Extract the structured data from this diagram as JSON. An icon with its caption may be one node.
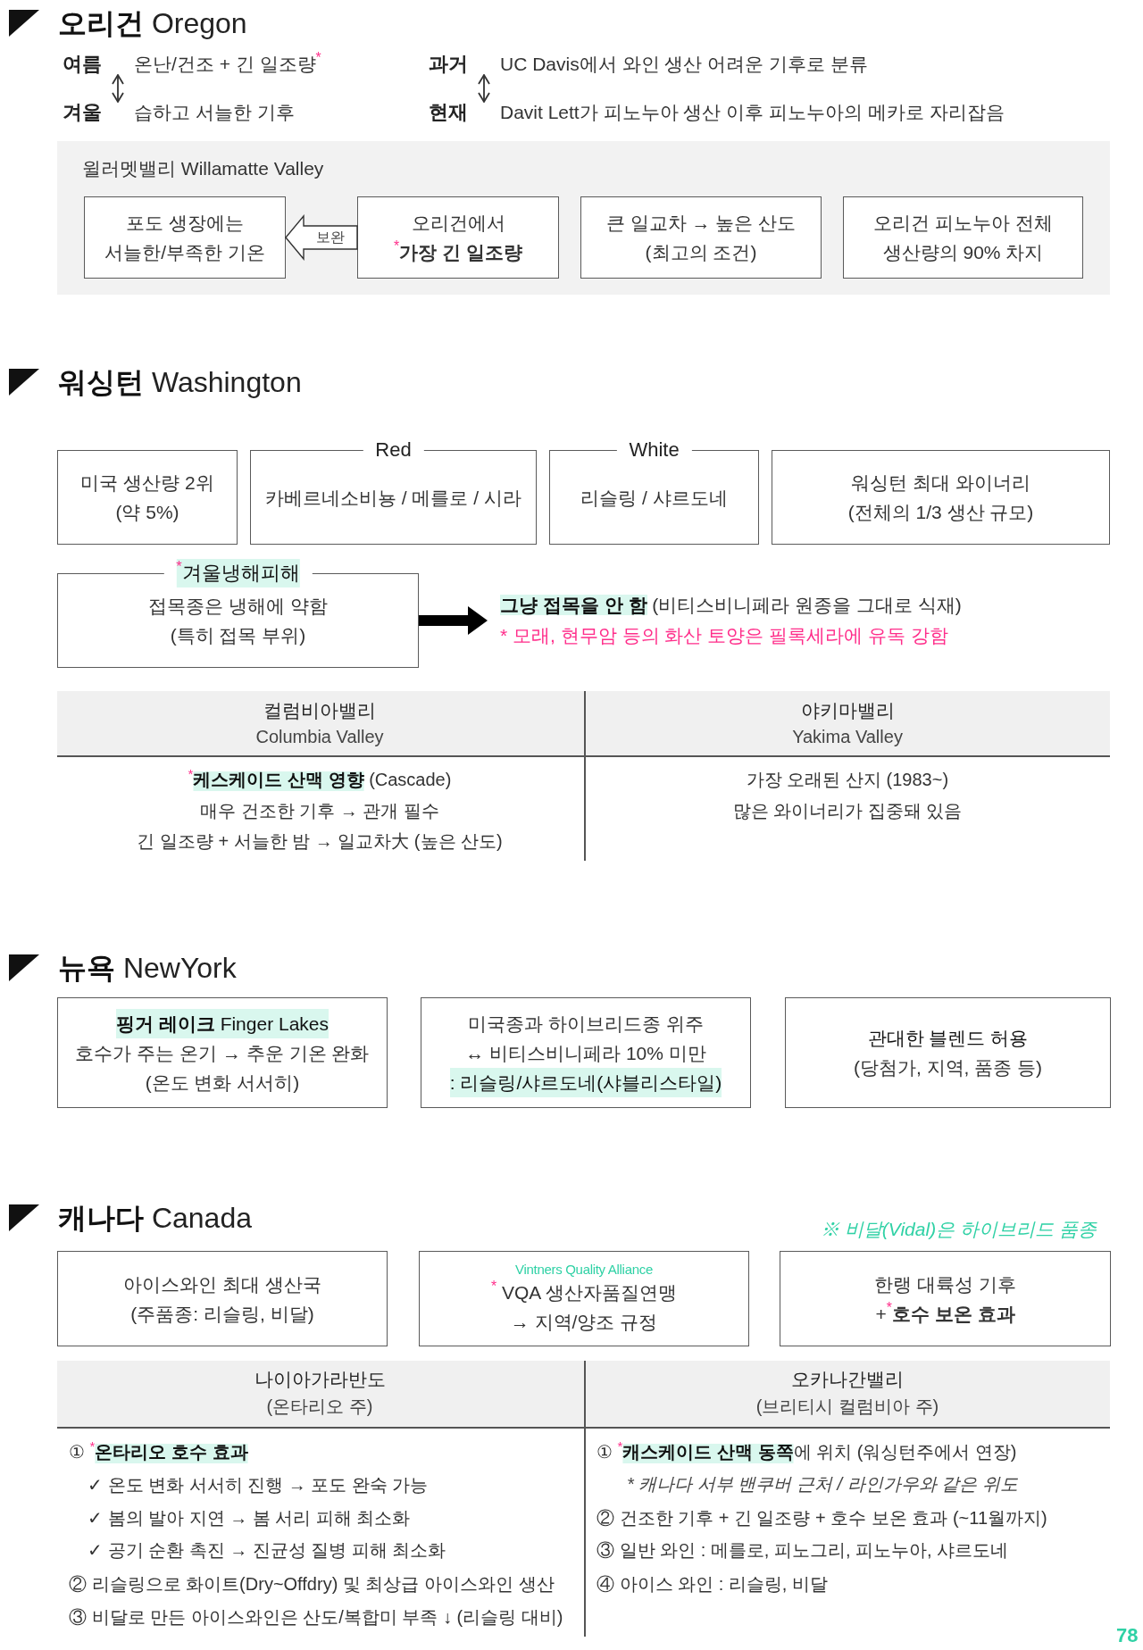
{
  "diagram": {
    "nodes": [
      {
        "text": [
          "여름"
        ],
        "beside": [
          "온난/건조 + 긴 일조량$^{*}$"
        ]
      },
      {
        "text": [
          "겨울"
        ],
        "beside": [
          "습하고 서늘한 기후"
        ]
      },
      {
        "text": [
          "과거"
        ],
        "beside": [
          "UC Davis에서 와인 생산 어려운 기후로 분류"
        ]
      },
      {
        "text": [
          "현재"
        ],
        "beside": [
          "Davit Lett가 피노누아 생산 이후 피노누아의 메카로 자리잡음"
        ]
      },
      {
        "text": [
          "윌러멧밸리 Willamatte Valley"
        ]
      },
      {
        "text": [
          "포도 생장에는 서늘한/부족한 기온"
        ],
        "in": 4
      },
      {
        "text": [
          "오리건에서 $^{*}$**가장 긴 일조량**"
        ],
        "in": 4
      },
      {
        "text": [
          "큰 일교차 → 높은 산도",
          "(최고의 조건)"
        ],
        "in": 4
      },
      {
        "text": [
          "오리건 피노누아 전체 생산량의 90% 차지"
        ],
        "in": 4
      },
      {
        "text": [
          "미국 생산량 2위",
          "(약 5%)"
        ]
      },
      {
        "text": [
          "Red",
          "카베르네소비뇽 / 메를로 / 시라"
        ]
      },
      {
        "text": [
          "White",
          "리슬링 / 샤르도네"
        ]
      },
      {
        "text": [
          "워싱턴 최대 와이너리",
          "(전체의 1/3 생산 규모)"
        ]
      },
      {
        "text": [
          "$^{*}$겨울냉해피해",
          "접목종은 냉해에 약함",
          "(특히 접목 부위)"
        ]
      },
      {
        "text": [
          "**그냥 접목을 안 함** (비티스비니페라 원종을 그대로 식재)",
          "* 모래, 현무암 등의 화산 토양은 필록세라에 유독 강함"
        ]
      },
      {
        "text": [
          "**핑거 레이크** Finger Lakes",
          "호수가 주는 온기 → 추운 기온 완화",
          "(온도 변화 서서히)"
        ]
      },
      {
        "text": [
          "미국종과 하이브리드종 위주",
          "↔ 비티스비니페라 10% 미만",
          ": 리슬링/샤르도네(샤블리스타일)"
        ]
      },
      {
        "text": [
          "관대한 블렌드 허용",
          "(당첨가, 지역, 품종 등)"
        ]
      },
      {
        "text": [
          "아이스와인 최대 생산국",
          "(주품종: 리슬링, 비달)"
        ]
      },
      {
        "text": [
          "Vintners Quality Alliance",
          "$^{*}$ VQA 생산자품질연맹",
          "→ 지역/양조 규정"
        ]
      },
      {
        "text": [
          "한랭 대륙성 기후",
          "+$^{*}$**호수 보온 효과**"
        ]
      }
    ],
    "edges": [
      {
        "from": 0,
        "to": 1,
        "arrow": "both"
      },
      {
        "from": 2,
        "to": 3,
        "arrow": "both"
      },
      {
        "from": 6,
        "to": 5,
        "arrow": "to",
        "label": "보완"
      },
      {
        "from": 13,
        "to": 14,
        "arrow": "to",
        "style": "thick"
      }
    ],
    "labels": [
      "**오리건** Oregon",
      "**워싱턴** Washington",
      "컬럼비아밸리",
      "Columbia Valley",
      "야키마밸리",
      "Yakima Valley",
      "$^{*}$**케스케이드 산맥 영향** (Cascade)",
      "매우 건조한 기후 → 관개 필수",
      "긴 일조량 + 서늘한 밤 → 일교차大 (높은 산도)",
      "가장 오래된 산지 (1983~)",
      "많은 와이너리가 집중돼 있음",
      "**뉴욕** NewYork",
      "**캐나다** Canada",
      "※ 비달(Vidal)은 하이브리드 품종",
      "나이아가라반도",
      "(온타리오 주)",
      "오카나간밸리",
      "(브리티시 컬럼비아 주)",
      "① $^{*}$**온타리오 호수 효과**",
      "✓ 온도 변화 서서히 진행 → 포도 완숙 가능",
      "✓ 봄의 발아 지연 → 봄 서리 피해 최소화",
      "✓ 공기 순환 촉진 → 진균성 질병 피해 최소화",
      "② 리슬링으로 화이트(Dry~Offdry) 및 최상급 아이스와인 생산",
      "③ 비달로 만든 아이스와인은 산도/복합미 부족 ↓ (리슬링 대비)",
      "① $^{*}$**캐스케이드 산맥 동쪽**에 위치 (워싱턴주에서 연장)",
      "* 캐나다 서부 밴쿠버 근처 / 라인가우와 같은 위도",
      "② 건조한 기후 + 긴 일조량 + 호수 보온 효과 (~11월까지)",
      "③ 일반 와인 : 메를로, 피노그리, 피노누아, 샤르도네",
      "④ 아이스 와인 : 리슬링, 비달",
      "78"
    ]
  }
}
